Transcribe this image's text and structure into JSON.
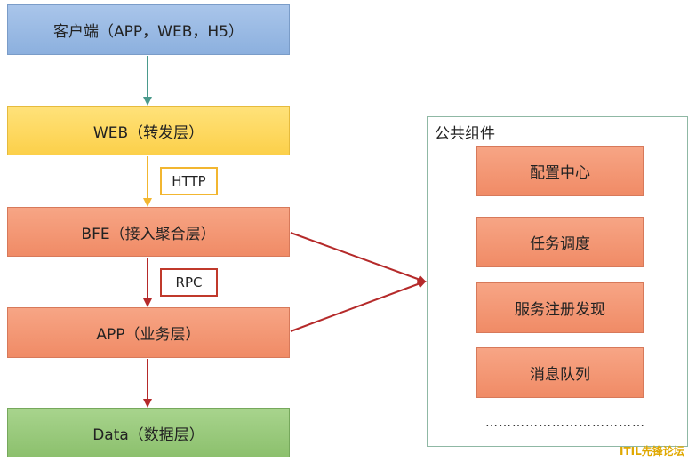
{
  "layers": {
    "client": "客户端（APP，WEB，H5）",
    "web": "WEB（转发层）",
    "bfe": "BFE（接入聚合层）",
    "app": "APP（业务层）",
    "data": "Data（数据层）"
  },
  "protocols": {
    "http": "HTTP",
    "rpc": "RPC"
  },
  "components": {
    "title": "公共组件",
    "items": [
      "配置中心",
      "任务调度",
      "服务注册发现",
      "消息队列"
    ],
    "ellipsis": "………………………………"
  },
  "watermark": "ITIL先锋论坛",
  "colors": {
    "client_fill": "#a9c5ea",
    "web_fill": "#fcd04a",
    "bfe_fill": "#f08b66",
    "data_fill": "#8cc06d",
    "arrow_teal": "#4a9a8c",
    "arrow_gold": "#f2b630",
    "arrow_red": "#b52a2a"
  }
}
